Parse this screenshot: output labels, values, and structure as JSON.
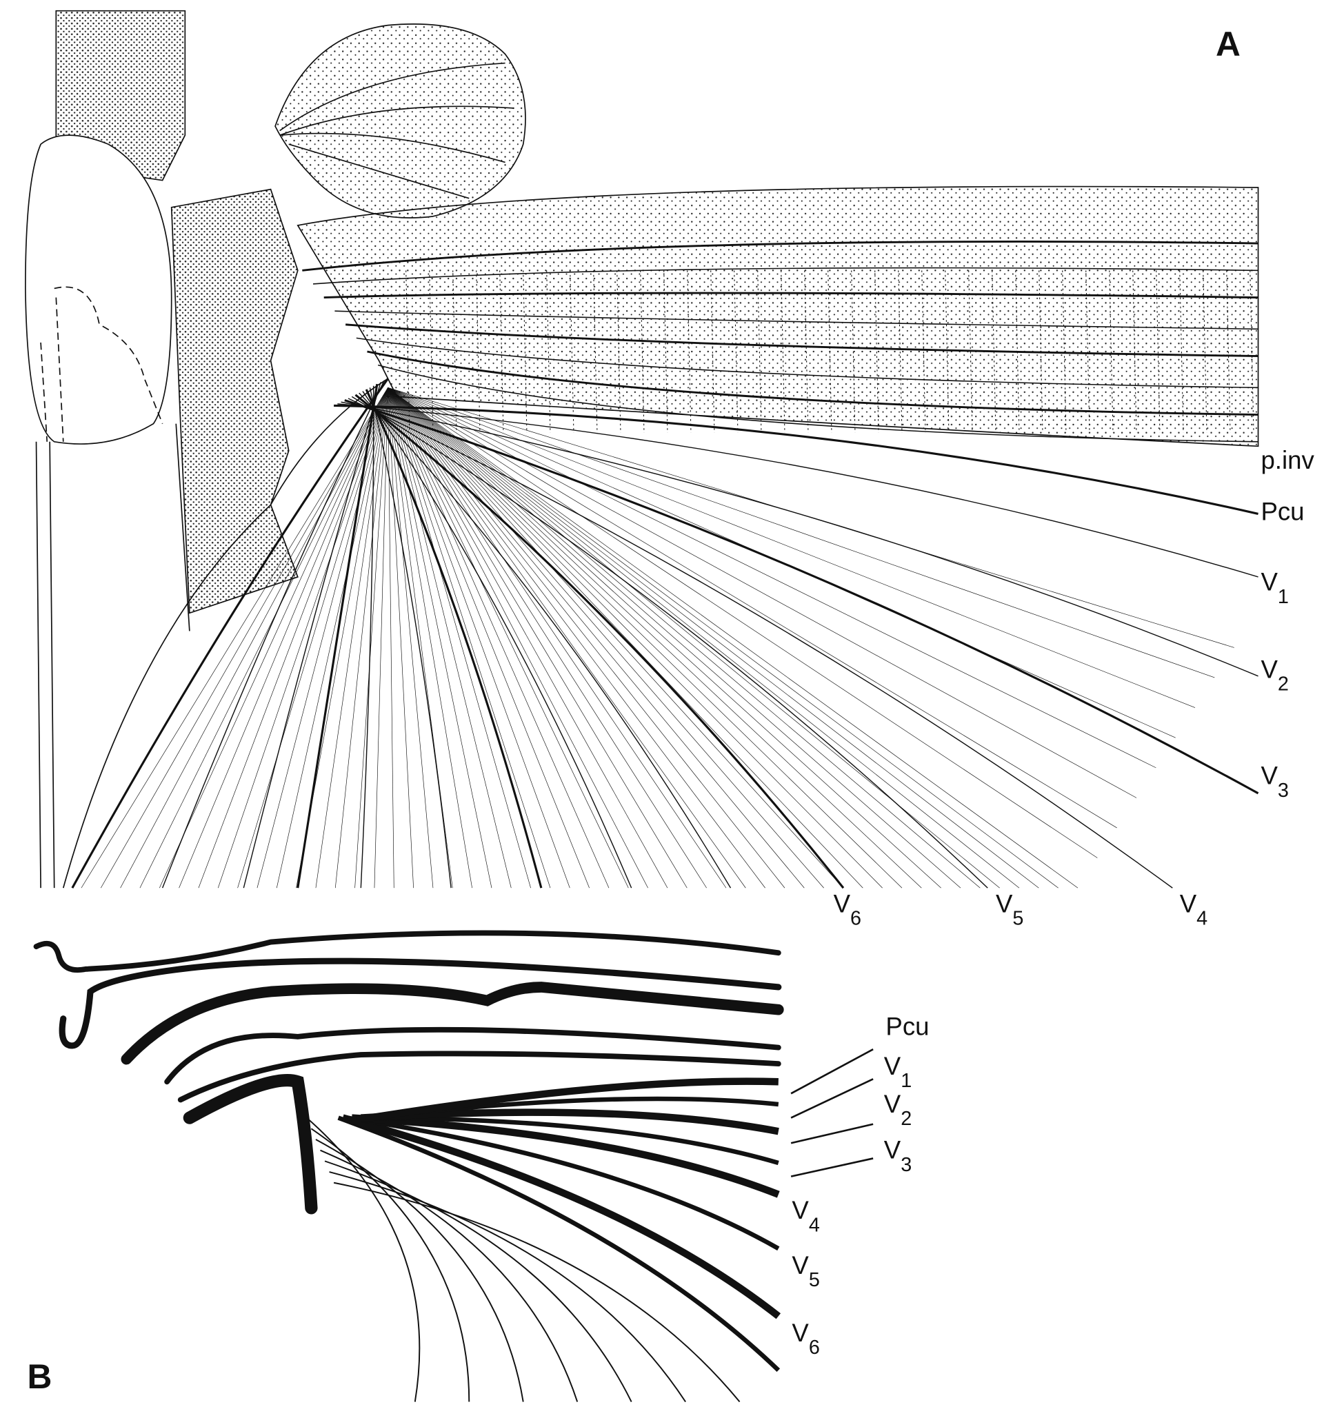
{
  "panel_a": {
    "label": "A",
    "vein_labels": [
      {
        "base": "p.inv",
        "sub": ""
      },
      {
        "base": "Pcu",
        "sub": ""
      },
      {
        "base": "V",
        "sub": "1"
      },
      {
        "base": "V",
        "sub": "2"
      },
      {
        "base": "V",
        "sub": "3"
      },
      {
        "base": "V",
        "sub": "6"
      },
      {
        "base": "V",
        "sub": "5"
      },
      {
        "base": "V",
        "sub": "4"
      }
    ]
  },
  "panel_b": {
    "label": "B",
    "vein_labels": [
      {
        "base": "Pcu",
        "sub": ""
      },
      {
        "base": "V",
        "sub": "1"
      },
      {
        "base": "V",
        "sub": "2"
      },
      {
        "base": "V",
        "sub": "3"
      },
      {
        "base": "V",
        "sub": "4"
      },
      {
        "base": "V",
        "sub": "5"
      },
      {
        "base": "V",
        "sub": "6"
      }
    ]
  },
  "colors": {
    "ink": "#111111",
    "paper": "#ffffff"
  }
}
